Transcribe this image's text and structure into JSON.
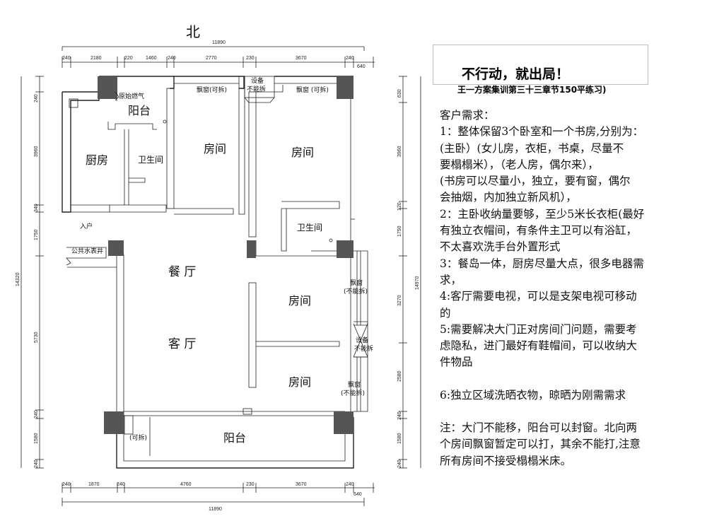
{
  "plan": {
    "north_label": "北",
    "total_width_top": "11890",
    "total_width_bottom": "11890",
    "top_dims": [
      "240",
      "2180",
      "220",
      "1460",
      "240",
      "2770",
      "230",
      "3670",
      "240"
    ],
    "top_dim_extra": "640",
    "bottom_dims": [
      "240",
      "1870",
      "240",
      "4760",
      "230",
      "3670",
      "240"
    ],
    "bottom_dim_extra": "640",
    "left_dims": [
      "240",
      "3960",
      "340",
      "1750",
      "5730",
      "240",
      "1580",
      "240"
    ],
    "left_total": "14320",
    "right_dims": [
      "630",
      "3960",
      "120",
      "1750",
      "3270",
      "2580",
      "240",
      "1580",
      "240"
    ],
    "right_total": "14970",
    "rooms": {
      "balcony_north": "阳台",
      "kitchen": "厨房",
      "bathroom_left": "卫生间",
      "room1": "房间",
      "room2": "房间",
      "bathroom_right": "卫生间",
      "dining": "餐 厅",
      "living": "客 厅",
      "room3": "房间",
      "room4": "房间",
      "balcony_south": "阳台"
    },
    "notes": {
      "gas": "原始燃气",
      "bay_window_demolish_1": "飘窗(可拆)",
      "bay_window_demolish_2": "飘窗 (可拆)",
      "equipment_top_1": "设备",
      "equipment_top_2": "不能拆",
      "entrance": "入户",
      "water_meter": "公共水表井",
      "bay_fixed_1a": "飘窗",
      "bay_fixed_1b": "(不能拆)",
      "equipment_right_1": "设备",
      "equipment_right_2": "不能拆",
      "bay_fixed_2a": "飘窗",
      "bay_fixed_2b": "(不能拆)",
      "removable": "(可拆)"
    }
  },
  "title": {
    "main": "不行动，就出局！",
    "sub": "王一方案集训第三十三章节150平练习)"
  },
  "requirements": {
    "heading": "客户需求：",
    "lines": [
      "1：整体保留3个卧室和一个书房,分别为：",
      "(主卧）(女儿房，衣柜，书桌，尽量不",
      "要榻榻米），（老人房，偶尔来），",
      "(书房可以尽量小，独立，要有窗，偶尔",
      "会抽烟，内加独立新风机），",
      "2：主卧收纳量要够，至少5米长衣柜(最好",
      "有独立衣帽间，有条件主卫可以有浴缸，",
      "不太喜欢洗手台外置形式",
      "3：餐岛一体，厨房尽量大点，很多电器需",
      "求，",
      "4:客厅需要电视，可以是支架电视可移动",
      "的",
      "5:需要解决大门正对房间门问题，需要考",
      "虑隐私，进门最好有鞋帽间，可以收纳大",
      "件物品"
    ],
    "line6": "6:独立区域洗晒衣物，晾晒为刚需需求",
    "note_lines": [
      "注：大门不能移，阳台可以封窗。北向两",
      "个房间飘窗暂定可以打，其余不能打,注意",
      "所有房间不接受榻榻米床。"
    ]
  }
}
